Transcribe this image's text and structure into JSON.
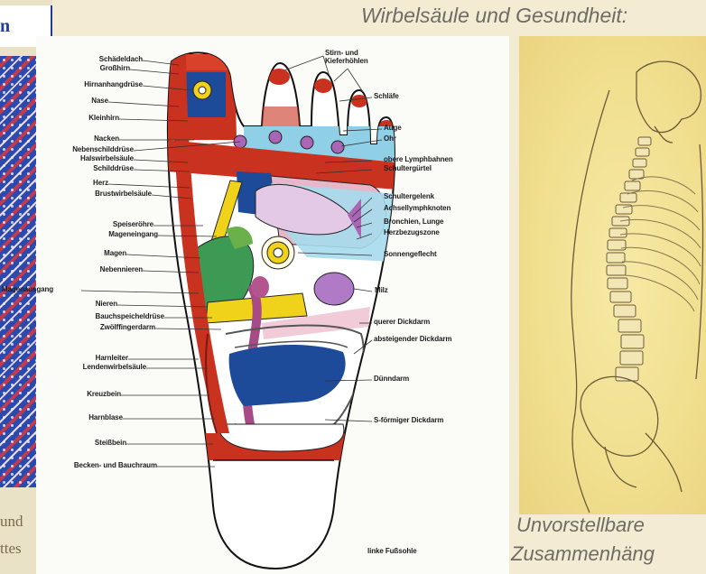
{
  "left_panel": {
    "header_fragment": "n",
    "caption_fragments": [
      "und",
      "ttes"
    ]
  },
  "spine_panel": {
    "title": "Wirbelsäule und Gesundheit:",
    "caption_line1": "Unvorstellbare",
    "caption_line2": "Zusammenhäng"
  },
  "foot_chart": {
    "footer": "linke Fußsohle",
    "left_labels": [
      "Schädeldach",
      "Großhirn",
      "Hirnanhangdrüse",
      "Nase",
      "Kleinhirn",
      "Nacken",
      "Nebenschilddrüse",
      "Halswirbelsäule",
      "Schilddrüse",
      "Herz",
      "Brustwirbelsäule",
      "Speiseröhre",
      "Mageneingang",
      "Magen",
      "Nebennieren",
      "Magenausgang",
      "Nieren",
      "Bauchspeicheldrüse",
      "Zwölffingerdarm",
      "Harnleiter",
      "Lendenwirbelsäule",
      "Kreuzbein",
      "Harnblase",
      "Steißbein",
      "Becken- und Bauchraum"
    ],
    "right_labels": [
      "Stirn- und",
      "Kieferhöhlen",
      "Schläfe",
      "Auge",
      "Ohr",
      "obere Lymphbahnen",
      "Schultergürtel",
      "Schultergelenk",
      "Achsellymphknoten",
      "Bronchien, Lunge",
      "Herzbezugszone",
      "Sonnengeflecht",
      "Milz",
      "querer Dickdarm",
      "absteigender Dickdarm",
      "Dünndarm",
      "S-förmiger Dickdarm"
    ]
  },
  "colors": {
    "red": "#c8321f",
    "blue": "#1e4a9a",
    "yellow": "#f0d21a",
    "purple": "#a866b4",
    "green": "#3c9a55",
    "light_blue": "#8fd0e6",
    "pink": "#e7b6c8"
  }
}
